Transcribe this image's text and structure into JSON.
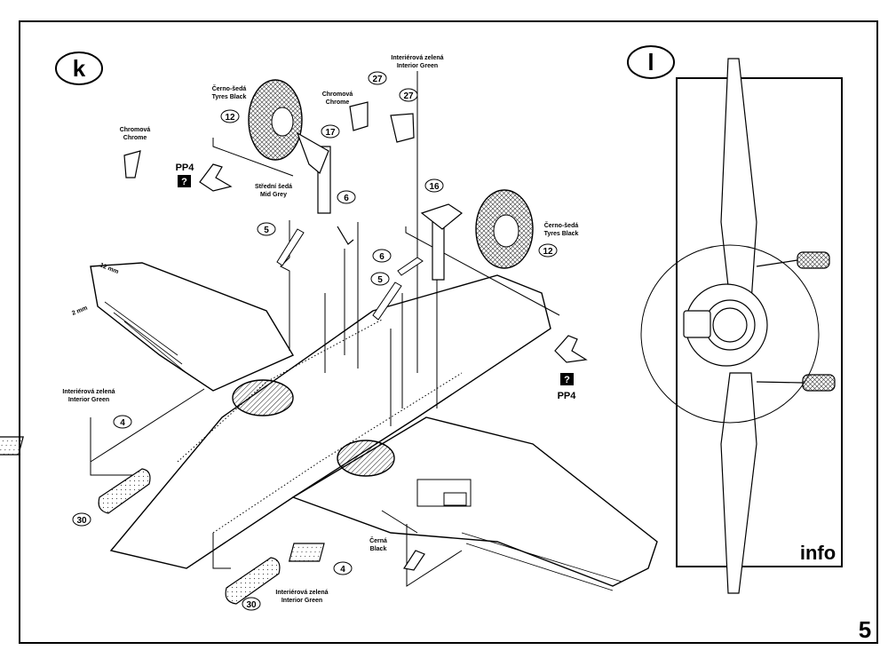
{
  "steps": {
    "k": "k",
    "l": "l"
  },
  "labels": {
    "chrome_cz": "Chromová",
    "chrome_en": "Chrome",
    "tyres_cz": "Černo-šedá",
    "tyres_en": "Tyres Black",
    "midgrey_cz": "Střední šedá",
    "midgrey_en": "Mid Grey",
    "interior_cz": "Interiérová zelená",
    "interior_en": "Interior Green",
    "black_cz": "Černá",
    "black_en": "Black",
    "pp4": "PP4",
    "question": "?",
    "dim_12": "12 mm",
    "dim_2": "2 mm",
    "info": "info",
    "page": "5"
  },
  "parts": {
    "p12": "12",
    "p17": "17",
    "p27": "27",
    "p16": "16",
    "p6": "6",
    "p5": "5",
    "p4": "4",
    "p30": "30"
  }
}
